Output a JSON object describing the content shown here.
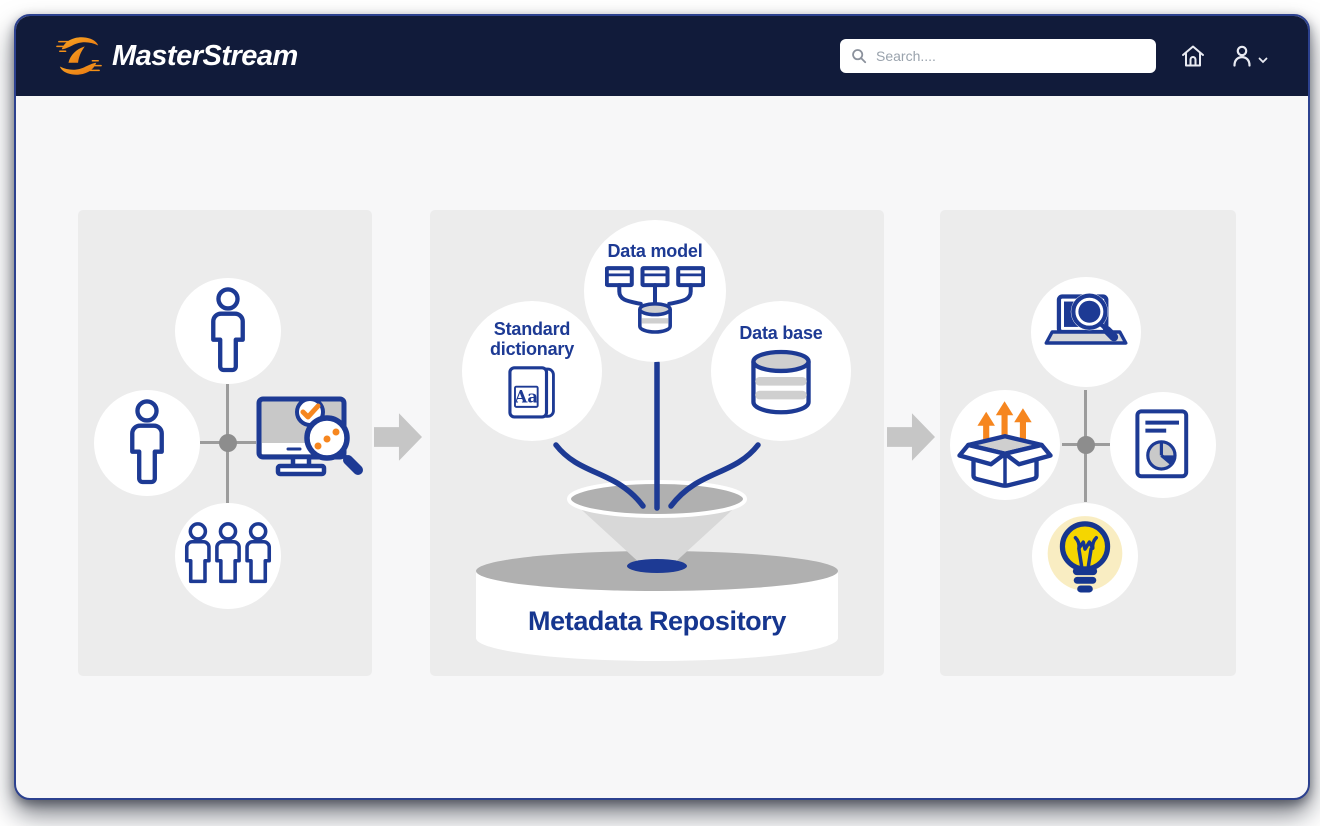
{
  "brand": {
    "name": "MasterStream"
  },
  "header": {
    "search_placeholder": "Search....",
    "search_icon": "search-icon",
    "home_icon": "home-icon",
    "user_icon": "user-icon",
    "chevron_icon": "chevron-down-icon"
  },
  "colors": {
    "header_bg": "#111b3a",
    "card_border": "#2c418f",
    "icon_navy": "#1d3a94",
    "accent_orange": "#f6861f",
    "panel_gray": "#ececec",
    "content_bg": "#f7f7f8",
    "funnel_gray": "#b0b0b0",
    "bulb_yellow": "#f5d600",
    "bulb_glow": "#f9edc2"
  },
  "diagram": {
    "sources_panel": {
      "icons": [
        "user-icon",
        "user-icon",
        "user-group-icon",
        "monitor-check-search-icon"
      ]
    },
    "repository_panel": {
      "node_dictionary_label": "Standard dictionary",
      "node_model_label": "Data model",
      "node_database_label": "Data base",
      "dictionary_glyph": "Aa",
      "repository_label": "Metadata Repository"
    },
    "outputs_panel": {
      "icons": [
        "laptop-search-icon",
        "box-export-icon",
        "report-pie-icon",
        "lightbulb-icon"
      ]
    }
  }
}
